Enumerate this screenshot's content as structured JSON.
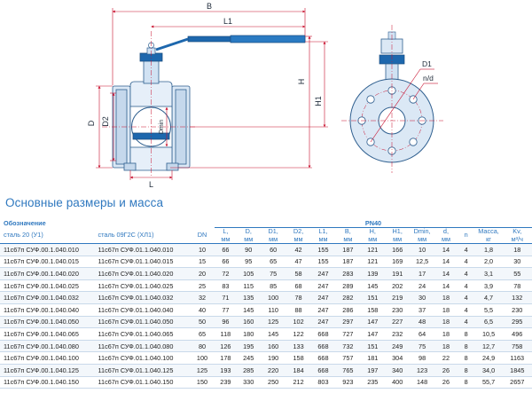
{
  "drawing": {
    "dim_B": "B",
    "dim_L1": "L1",
    "dim_H": "H",
    "dim_H1": "H1",
    "dim_D": "D",
    "dim_D2": "D2",
    "dim_Dmin": "Dmin",
    "dim_L": "L",
    "dim_D1": "D1",
    "dim_nd": "n/d"
  },
  "section_title": "Основные размеры и масса",
  "table": {
    "designation_label": "Обозначение",
    "pressure_label": "PN40",
    "col_steel20": "сталь 20 (У1)",
    "col_steel09": "сталь 09Г2С (ХЛ1)",
    "col_dn": "DN",
    "col_L": "L,",
    "col_D": "D,",
    "col_D1": "D1,",
    "col_D2": "D2,",
    "col_L1": "L1,",
    "col_B": "B,",
    "col_H": "H,",
    "col_H1": "H1,",
    "col_Dmin": "Dmin,",
    "col_d": "d,",
    "col_n": "n",
    "col_mass": "Масса,",
    "col_kv": "Kv,",
    "unit_mm": "мм",
    "unit_kg": "кг",
    "unit_kv": "м³/ч",
    "rows": [
      [
        "11с67п СУФ.00.1.040.010",
        "11с67п СУФ.01.1.040.010",
        "10",
        "66",
        "90",
        "60",
        "42",
        "155",
        "187",
        "121",
        "166",
        "10",
        "14",
        "4",
        "1,8",
        "18"
      ],
      [
        "11с67п СУФ.00.1.040.015",
        "11с67п СУФ.01.1.040.015",
        "15",
        "66",
        "95",
        "65",
        "47",
        "155",
        "187",
        "121",
        "169",
        "12,5",
        "14",
        "4",
        "2,0",
        "30"
      ],
      [
        "11с67п СУФ.00.1.040.020",
        "11с67п СУФ.01.1.040.020",
        "20",
        "72",
        "105",
        "75",
        "58",
        "247",
        "283",
        "139",
        "191",
        "17",
        "14",
        "4",
        "3,1",
        "55"
      ],
      [
        "11с67п СУФ.00.1.040.025",
        "11с67п СУФ.01.1.040.025",
        "25",
        "83",
        "115",
        "85",
        "68",
        "247",
        "289",
        "145",
        "202",
        "24",
        "14",
        "4",
        "3,9",
        "78"
      ],
      [
        "11с67п СУФ.00.1.040.032",
        "11с67п СУФ.01.1.040.032",
        "32",
        "71",
        "135",
        "100",
        "78",
        "247",
        "282",
        "151",
        "219",
        "30",
        "18",
        "4",
        "4,7",
        "132"
      ],
      [
        "11с67п СУФ.00.1.040.040",
        "11с67п СУФ.01.1.040.040",
        "40",
        "77",
        "145",
        "110",
        "88",
        "247",
        "286",
        "158",
        "230",
        "37",
        "18",
        "4",
        "5,5",
        "230"
      ],
      [
        "11с67п СУФ.00.1.040.050",
        "11с67п СУФ.01.1.040.050",
        "50",
        "96",
        "160",
        "125",
        "102",
        "247",
        "297",
        "147",
        "227",
        "48",
        "18",
        "4",
        "6,5",
        "295"
      ],
      [
        "11с67п СУФ.00.1.040.065",
        "11с67п СУФ.01.1.040.065",
        "65",
        "118",
        "180",
        "145",
        "122",
        "668",
        "727",
        "147",
        "232",
        "64",
        "18",
        "8",
        "10,5",
        "496"
      ],
      [
        "11с67п СУФ.00.1.040.080",
        "11с67п СУФ.01.1.040.080",
        "80",
        "126",
        "195",
        "160",
        "133",
        "668",
        "732",
        "151",
        "249",
        "75",
        "18",
        "8",
        "12,7",
        "758"
      ],
      [
        "11с67п СУФ.00.1.040.100",
        "11с67п СУФ.01.1.040.100",
        "100",
        "178",
        "245",
        "190",
        "158",
        "668",
        "757",
        "181",
        "304",
        "98",
        "22",
        "8",
        "24,9",
        "1163"
      ],
      [
        "11с67п СУФ.00.1.040.125",
        "11с67п СУФ.01.1.040.125",
        "125",
        "193",
        "285",
        "220",
        "184",
        "668",
        "765",
        "197",
        "340",
        "123",
        "26",
        "8",
        "34,0",
        "1845"
      ],
      [
        "11с67п СУФ.00.1.040.150",
        "11с67п СУФ.01.1.040.150",
        "150",
        "239",
        "330",
        "250",
        "212",
        "803",
        "923",
        "235",
        "400",
        "148",
        "26",
        "8",
        "55,7",
        "2657"
      ]
    ]
  }
}
